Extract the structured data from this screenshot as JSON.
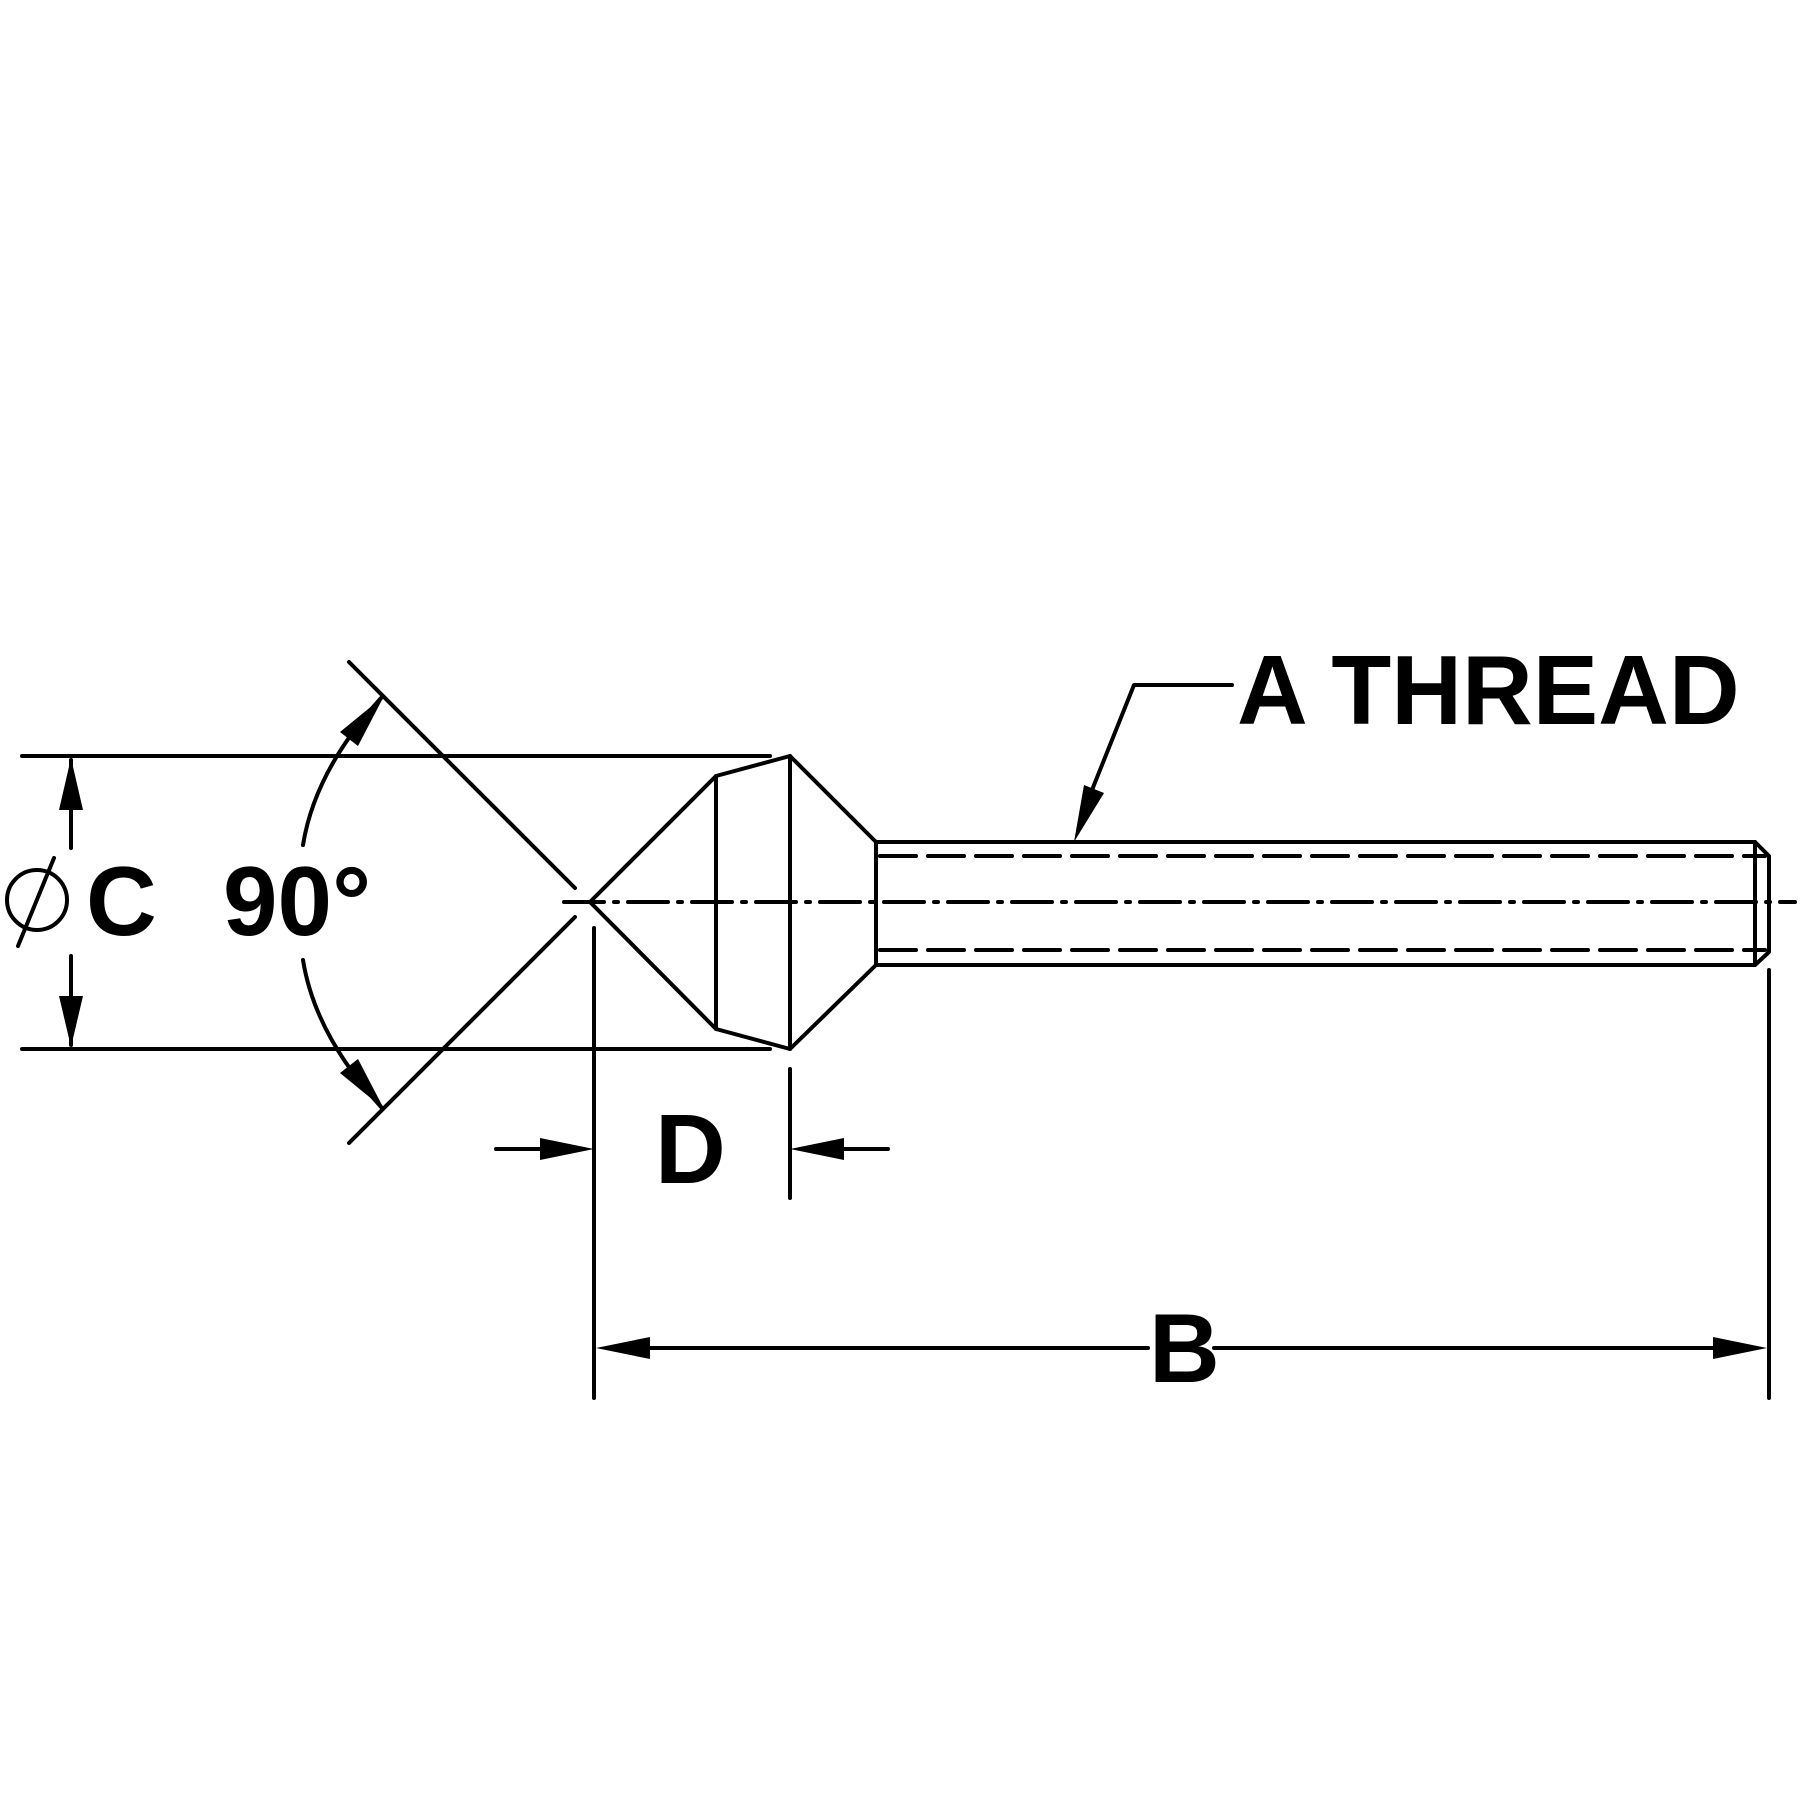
{
  "labels": {
    "thread": "A THREAD",
    "diameter_symbol": "Ø",
    "diameter": "C",
    "angle": "90°",
    "depth": "D",
    "length": "B"
  }
}
